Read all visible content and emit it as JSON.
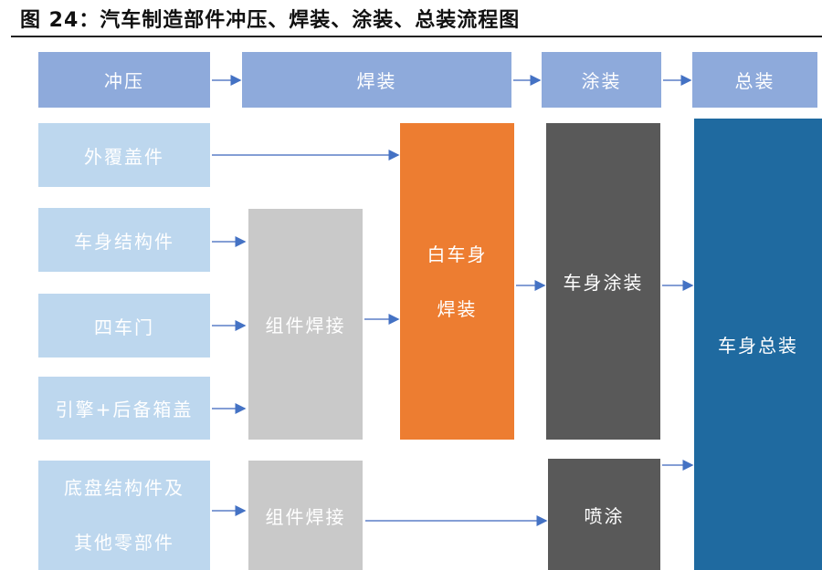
{
  "title": "图 24：汽车制造部件冲压、焊装、涂装、总装流程图",
  "stages": [
    "冲压",
    "焊装",
    "涂装",
    "总装"
  ],
  "parts": [
    "外覆盖件",
    "车身结构件",
    "四车门",
    "引擎+后备箱盖",
    "底盘结构件及",
    "其他零部件"
  ],
  "weld": [
    "组件焊接",
    "组件焊接"
  ],
  "body_white": [
    "白车身",
    "焊装"
  ],
  "paint": [
    "车身涂装",
    "喷涂"
  ],
  "final": "车身总装",
  "colors": {
    "stage": "#8eaadb",
    "part": "#bdd7ee",
    "weld": "#c9c9c9",
    "white_body": "#ed7d31",
    "paint": "#595959",
    "final": "#1f6aa0",
    "arrow": "#4472c4"
  }
}
